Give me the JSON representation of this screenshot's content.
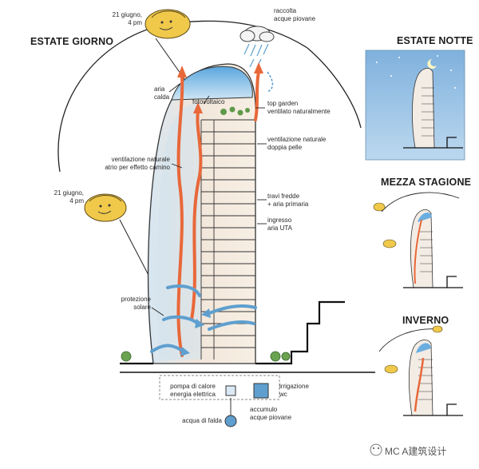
{
  "headings": {
    "main": "ESTATE GIORNO",
    "night": "ESTATE NOTTE",
    "mid": "MEZZA STAGIONE",
    "winter": "INVERNO"
  },
  "labels": {
    "sun_top": "21 giugno,\n4 pm",
    "sun_left": "21 giugno,\n4 pm",
    "rain": "raccolta\nacque piovane",
    "warm_air": "aria\ncalda",
    "pv": "fotovoltaico",
    "top_garden": "top garden\nventilato naturalmente",
    "double_skin": "ventilazione naturale\ndoppia pelle",
    "chimney": "ventilazione naturale\natrio per effetto camino",
    "chilled_beams": "travi fredde\n+ aria primaria",
    "ahu": "ingresso\naria UTA",
    "shading": "protezione\nsolare",
    "heat_pump": "pompa di calore\nenergia elettrica",
    "irrigation": "irrigazione\nwc",
    "storage": "accumulo\nacque piovane",
    "groundwater": "acqua di falda"
  },
  "watermark": "MC A建筑设计",
  "colors": {
    "warm_arrow": "#e8683a",
    "cool_arrow": "#5e9fcf",
    "sun": "#f0c94a",
    "night_sky": "#9cc3e6"
  }
}
